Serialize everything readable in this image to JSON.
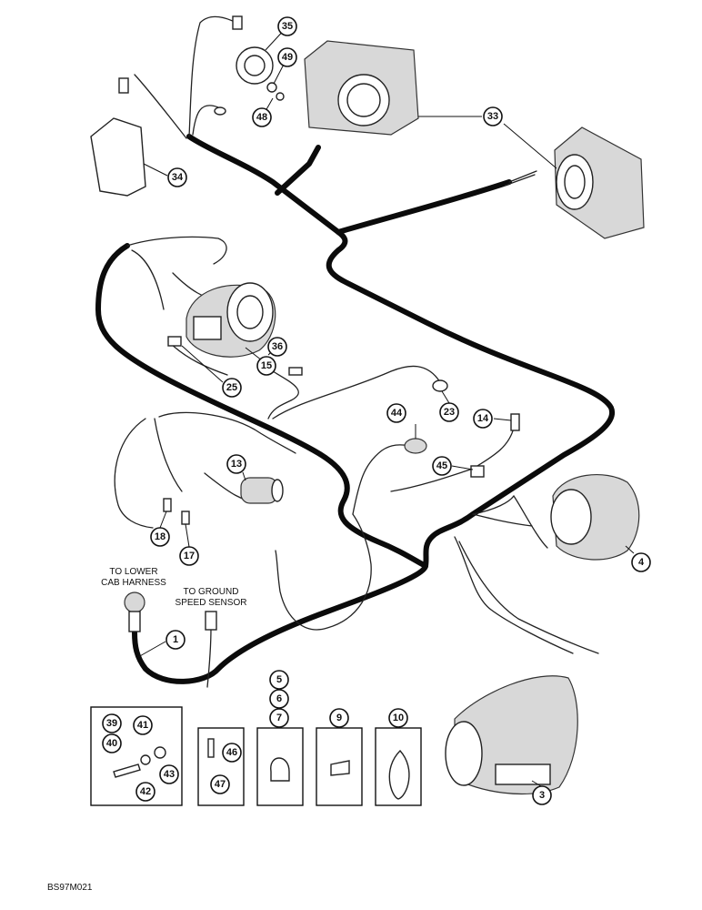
{
  "figure_code": "BS97M021",
  "labels": {
    "lower_cab": [
      "TO LOWER",
      "CAB HARNESS"
    ],
    "ground_speed": [
      "TO GROUND",
      "SPEED SENSOR"
    ]
  },
  "callouts": {
    "c35": "35",
    "c49": "49",
    "c48": "48",
    "c33": "33",
    "c34": "34",
    "c36": "36",
    "c15": "15",
    "c25": "25",
    "c23": "23",
    "c44": "44",
    "c14": "14",
    "c45": "45",
    "c13": "13",
    "c18": "18",
    "c17": "17",
    "c4": "4",
    "c1": "1",
    "c5": "5",
    "c6": "6",
    "c7": "7",
    "c9": "9",
    "c10": "10",
    "c39": "39",
    "c40": "40",
    "c41": "41",
    "c42": "42",
    "c43": "43",
    "c46": "46",
    "c47": "47",
    "c3": "3"
  }
}
